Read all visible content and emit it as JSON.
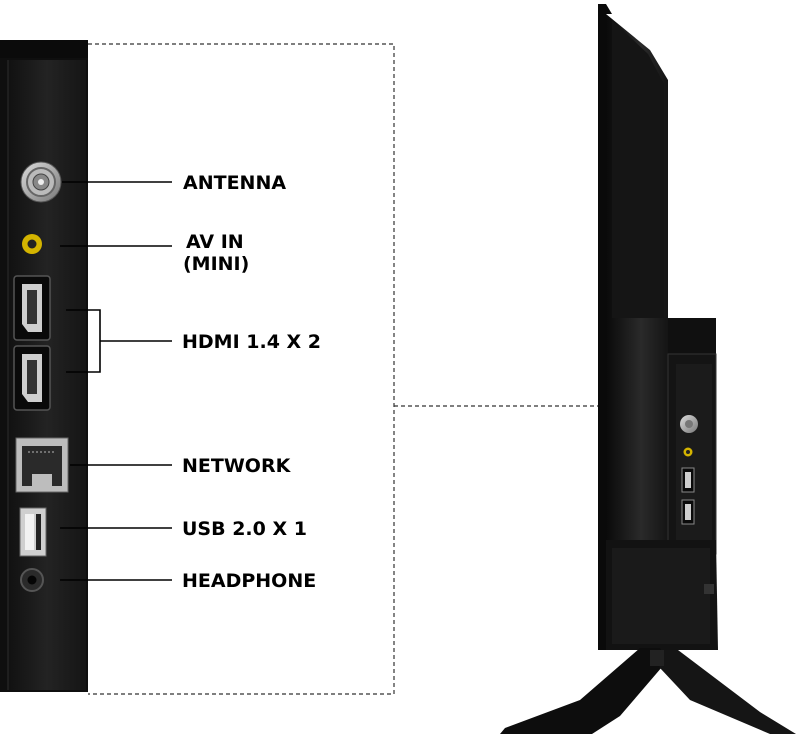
{
  "ports": [
    {
      "id": "antenna",
      "label": "ANTENNA",
      "icon": "coax-connector-icon"
    },
    {
      "id": "av-in",
      "label_line1": "AV IN",
      "label_line2": "(MINI)",
      "icon": "av-jack-icon"
    },
    {
      "id": "hdmi",
      "label": "HDMI 1.4 X 2",
      "icon": "hdmi-port-icon"
    },
    {
      "id": "network",
      "label": "NETWORK",
      "icon": "ethernet-port-icon"
    },
    {
      "id": "usb",
      "label": "USB 2.0 X 1",
      "icon": "usb-port-icon"
    },
    {
      "id": "headphone",
      "label": "HEADPHONE",
      "icon": "headphone-jack-icon"
    }
  ],
  "colors": {
    "panel": "#1a1a1a",
    "panel_dark": "#0c0c0c",
    "port_yellow": "#d4b400",
    "leader": "#000000",
    "dashed": "#333333"
  }
}
